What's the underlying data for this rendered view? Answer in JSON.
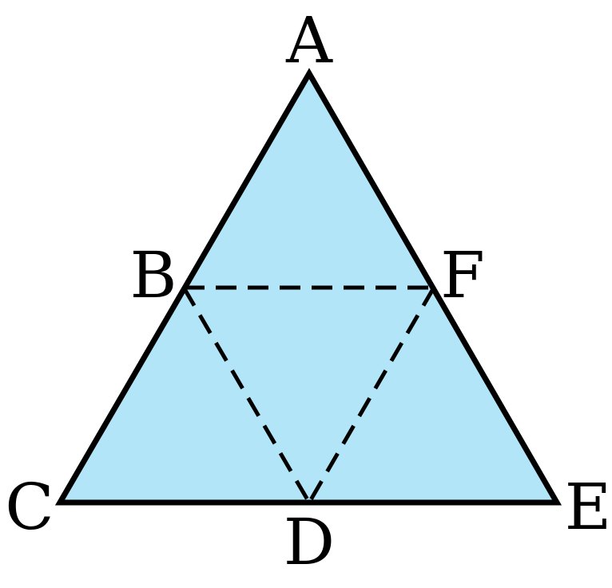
{
  "diagram": {
    "fill_color": "#b3e5f9",
    "stroke_color": "#000000",
    "vertices": {
      "A": "A",
      "B": "B",
      "C": "C",
      "D": "D",
      "E": "E",
      "F": "F"
    }
  }
}
